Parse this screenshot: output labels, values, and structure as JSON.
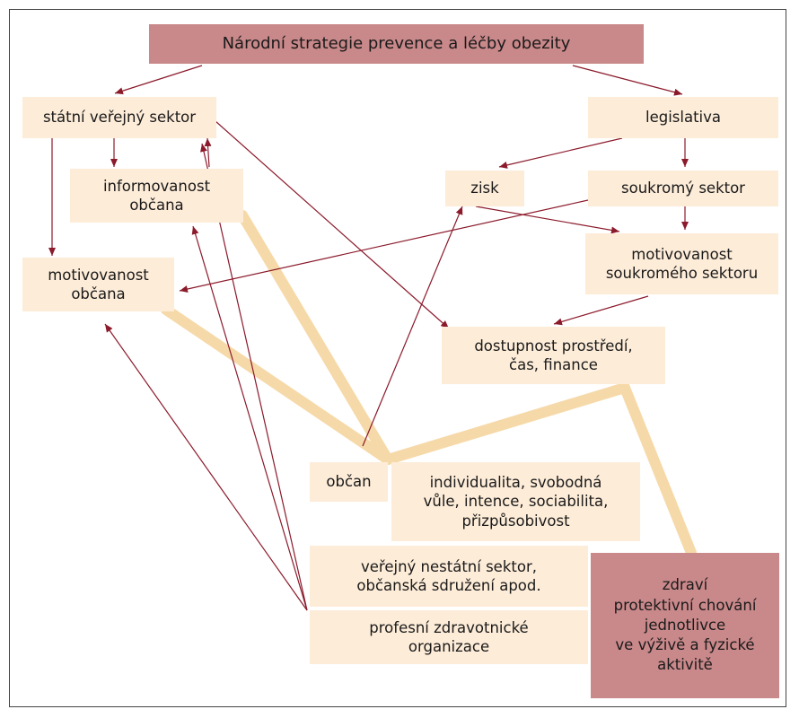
{
  "diagram": {
    "title": "Národní strategie prevence a léčby obezity",
    "nodes": {
      "statni": "státní veřejný sektor",
      "legislativa": "legislativa",
      "informovanost": "informovanost\nobčana",
      "zisk": "zisk",
      "soukromy": "soukromý sektor",
      "motivovanost_obcana": "motivovanost\nobčana",
      "motivovanost_sukr": "motivovanost\nsoukromého sektoru",
      "dostupnost": "dostupnost prostředí,\nčas, finance",
      "obcan": "občan",
      "individualita": "individualita, svobodná\nvůle, intence, sociabilita,\npřizpůsobivost",
      "nestatni": "veřejný nestátní sektor,\nobčanská sdružení apod.",
      "profesni": "profesní zdravotnické\norganizace",
      "zdravi": "zdraví\nprotektivní chování\njednotlivce\nve výživě a fyzické\naktivitě"
    }
  },
  "colors": {
    "box_light": "#fdecd8",
    "box_dark": "#c9888a",
    "arrow": "#8b1a2b",
    "thick_line": "#f6d9a8"
  }
}
